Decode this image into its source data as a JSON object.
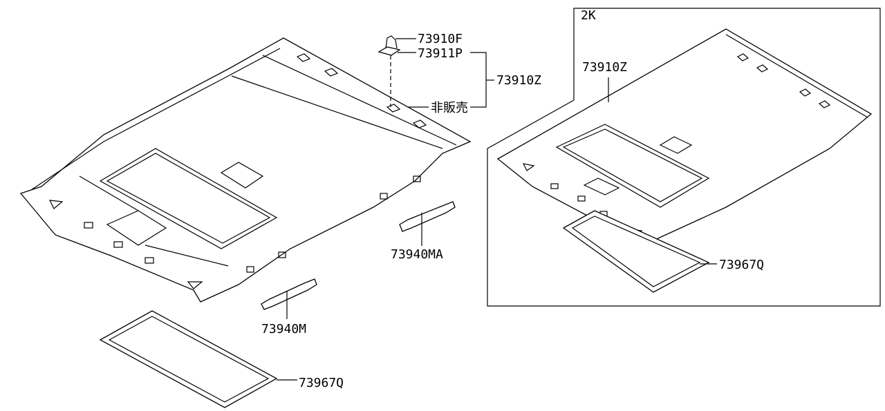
{
  "diagram": {
    "main_assembly": {
      "labels": {
        "clip": "73910F",
        "clip_base": "73911P",
        "headlining": "73910Z",
        "not_for_sale": "非販売",
        "assist_grip_rear": "73940MA",
        "assist_grip_front": "73940M",
        "sunroof_trim": "73967Q"
      }
    },
    "variant_box": {
      "variant_code": "2K",
      "labels": {
        "headlining": "73910Z",
        "sunroof_trim": "73967Q"
      }
    }
  }
}
